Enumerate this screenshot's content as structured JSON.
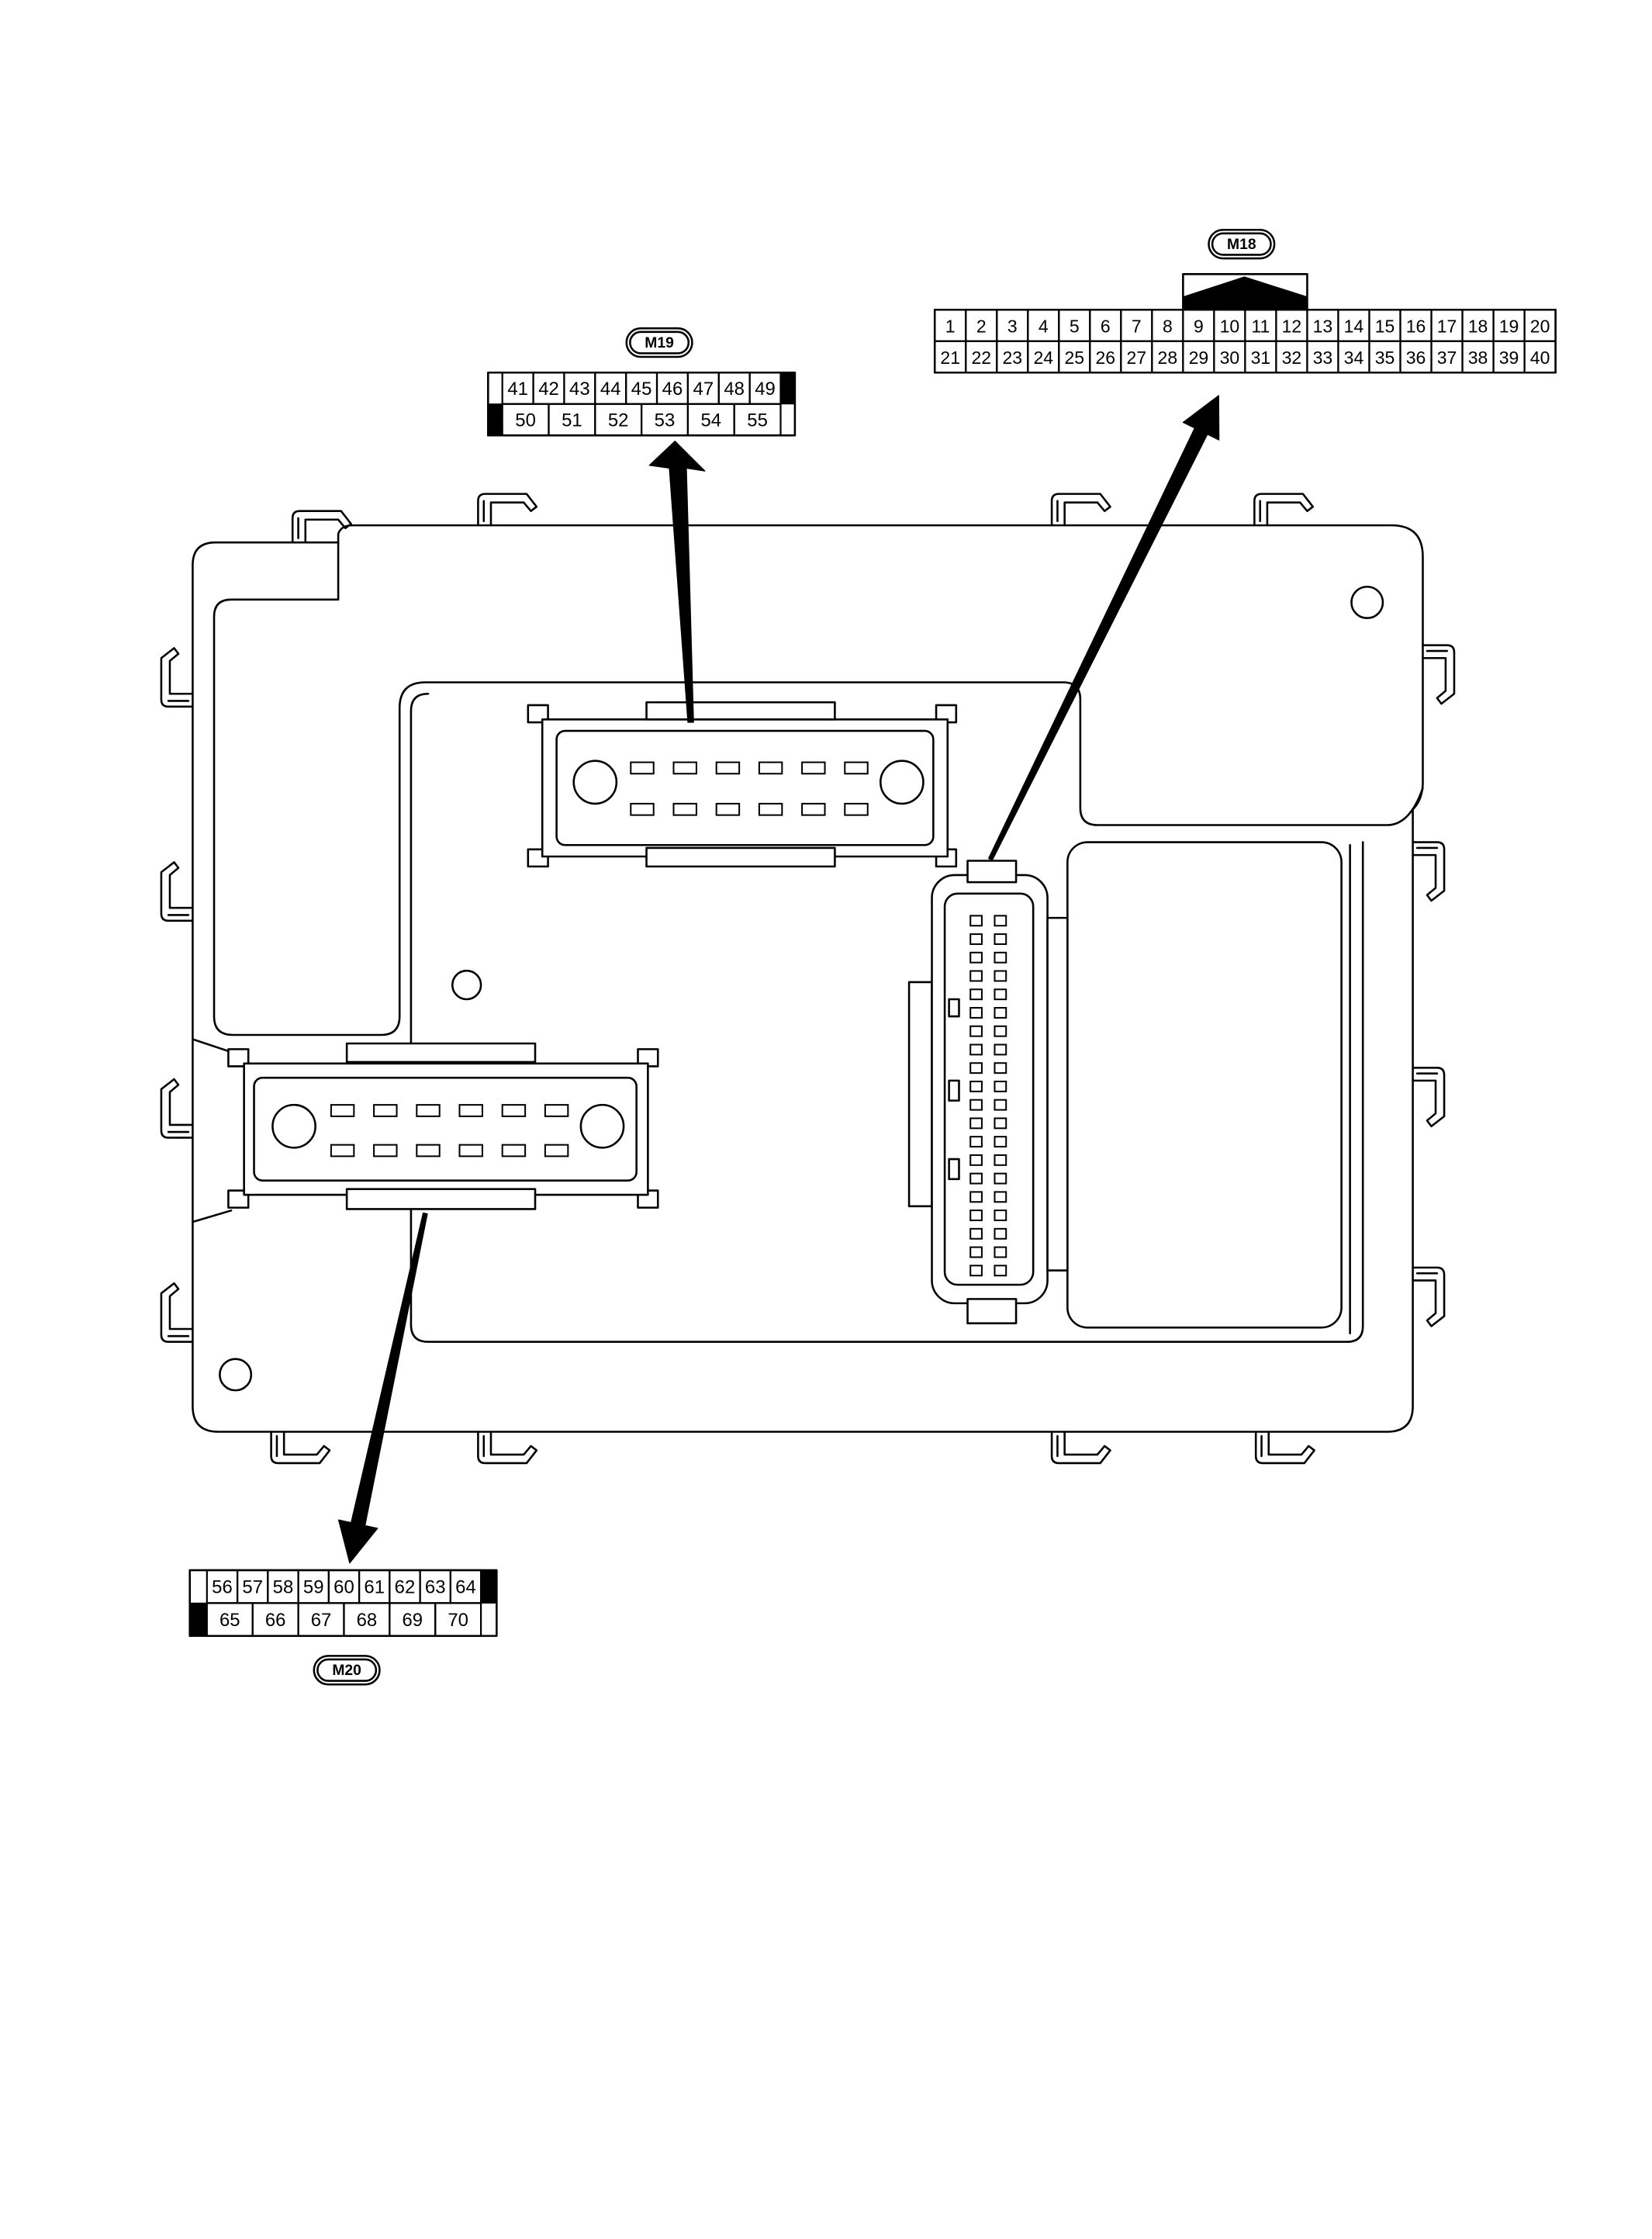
{
  "connectors": {
    "m18": {
      "label": "M18",
      "top_row": [
        "1",
        "2",
        "3",
        "4",
        "5",
        "6",
        "7",
        "8",
        "9",
        "10",
        "11",
        "12",
        "13",
        "14",
        "15",
        "16",
        "17",
        "18",
        "19",
        "20"
      ],
      "bottom_row": [
        "21",
        "22",
        "23",
        "24",
        "25",
        "26",
        "27",
        "28",
        "29",
        "30",
        "31",
        "32",
        "33",
        "34",
        "35",
        "36",
        "37",
        "38",
        "39",
        "40"
      ]
    },
    "m19": {
      "label": "M19",
      "top_row": [
        "41",
        "42",
        "43",
        "44",
        "45",
        "46",
        "47",
        "48",
        "49"
      ],
      "bottom_row": [
        "50",
        "51",
        "52",
        "53",
        "54",
        "55"
      ]
    },
    "m20": {
      "label": "M20",
      "top_row": [
        "56",
        "57",
        "58",
        "59",
        "60",
        "61",
        "62",
        "63",
        "64"
      ],
      "bottom_row": [
        "65",
        "66",
        "67",
        "68",
        "69",
        "70"
      ]
    }
  },
  "colors": {
    "ink": "#000000",
    "paper": "#ffffff"
  }
}
